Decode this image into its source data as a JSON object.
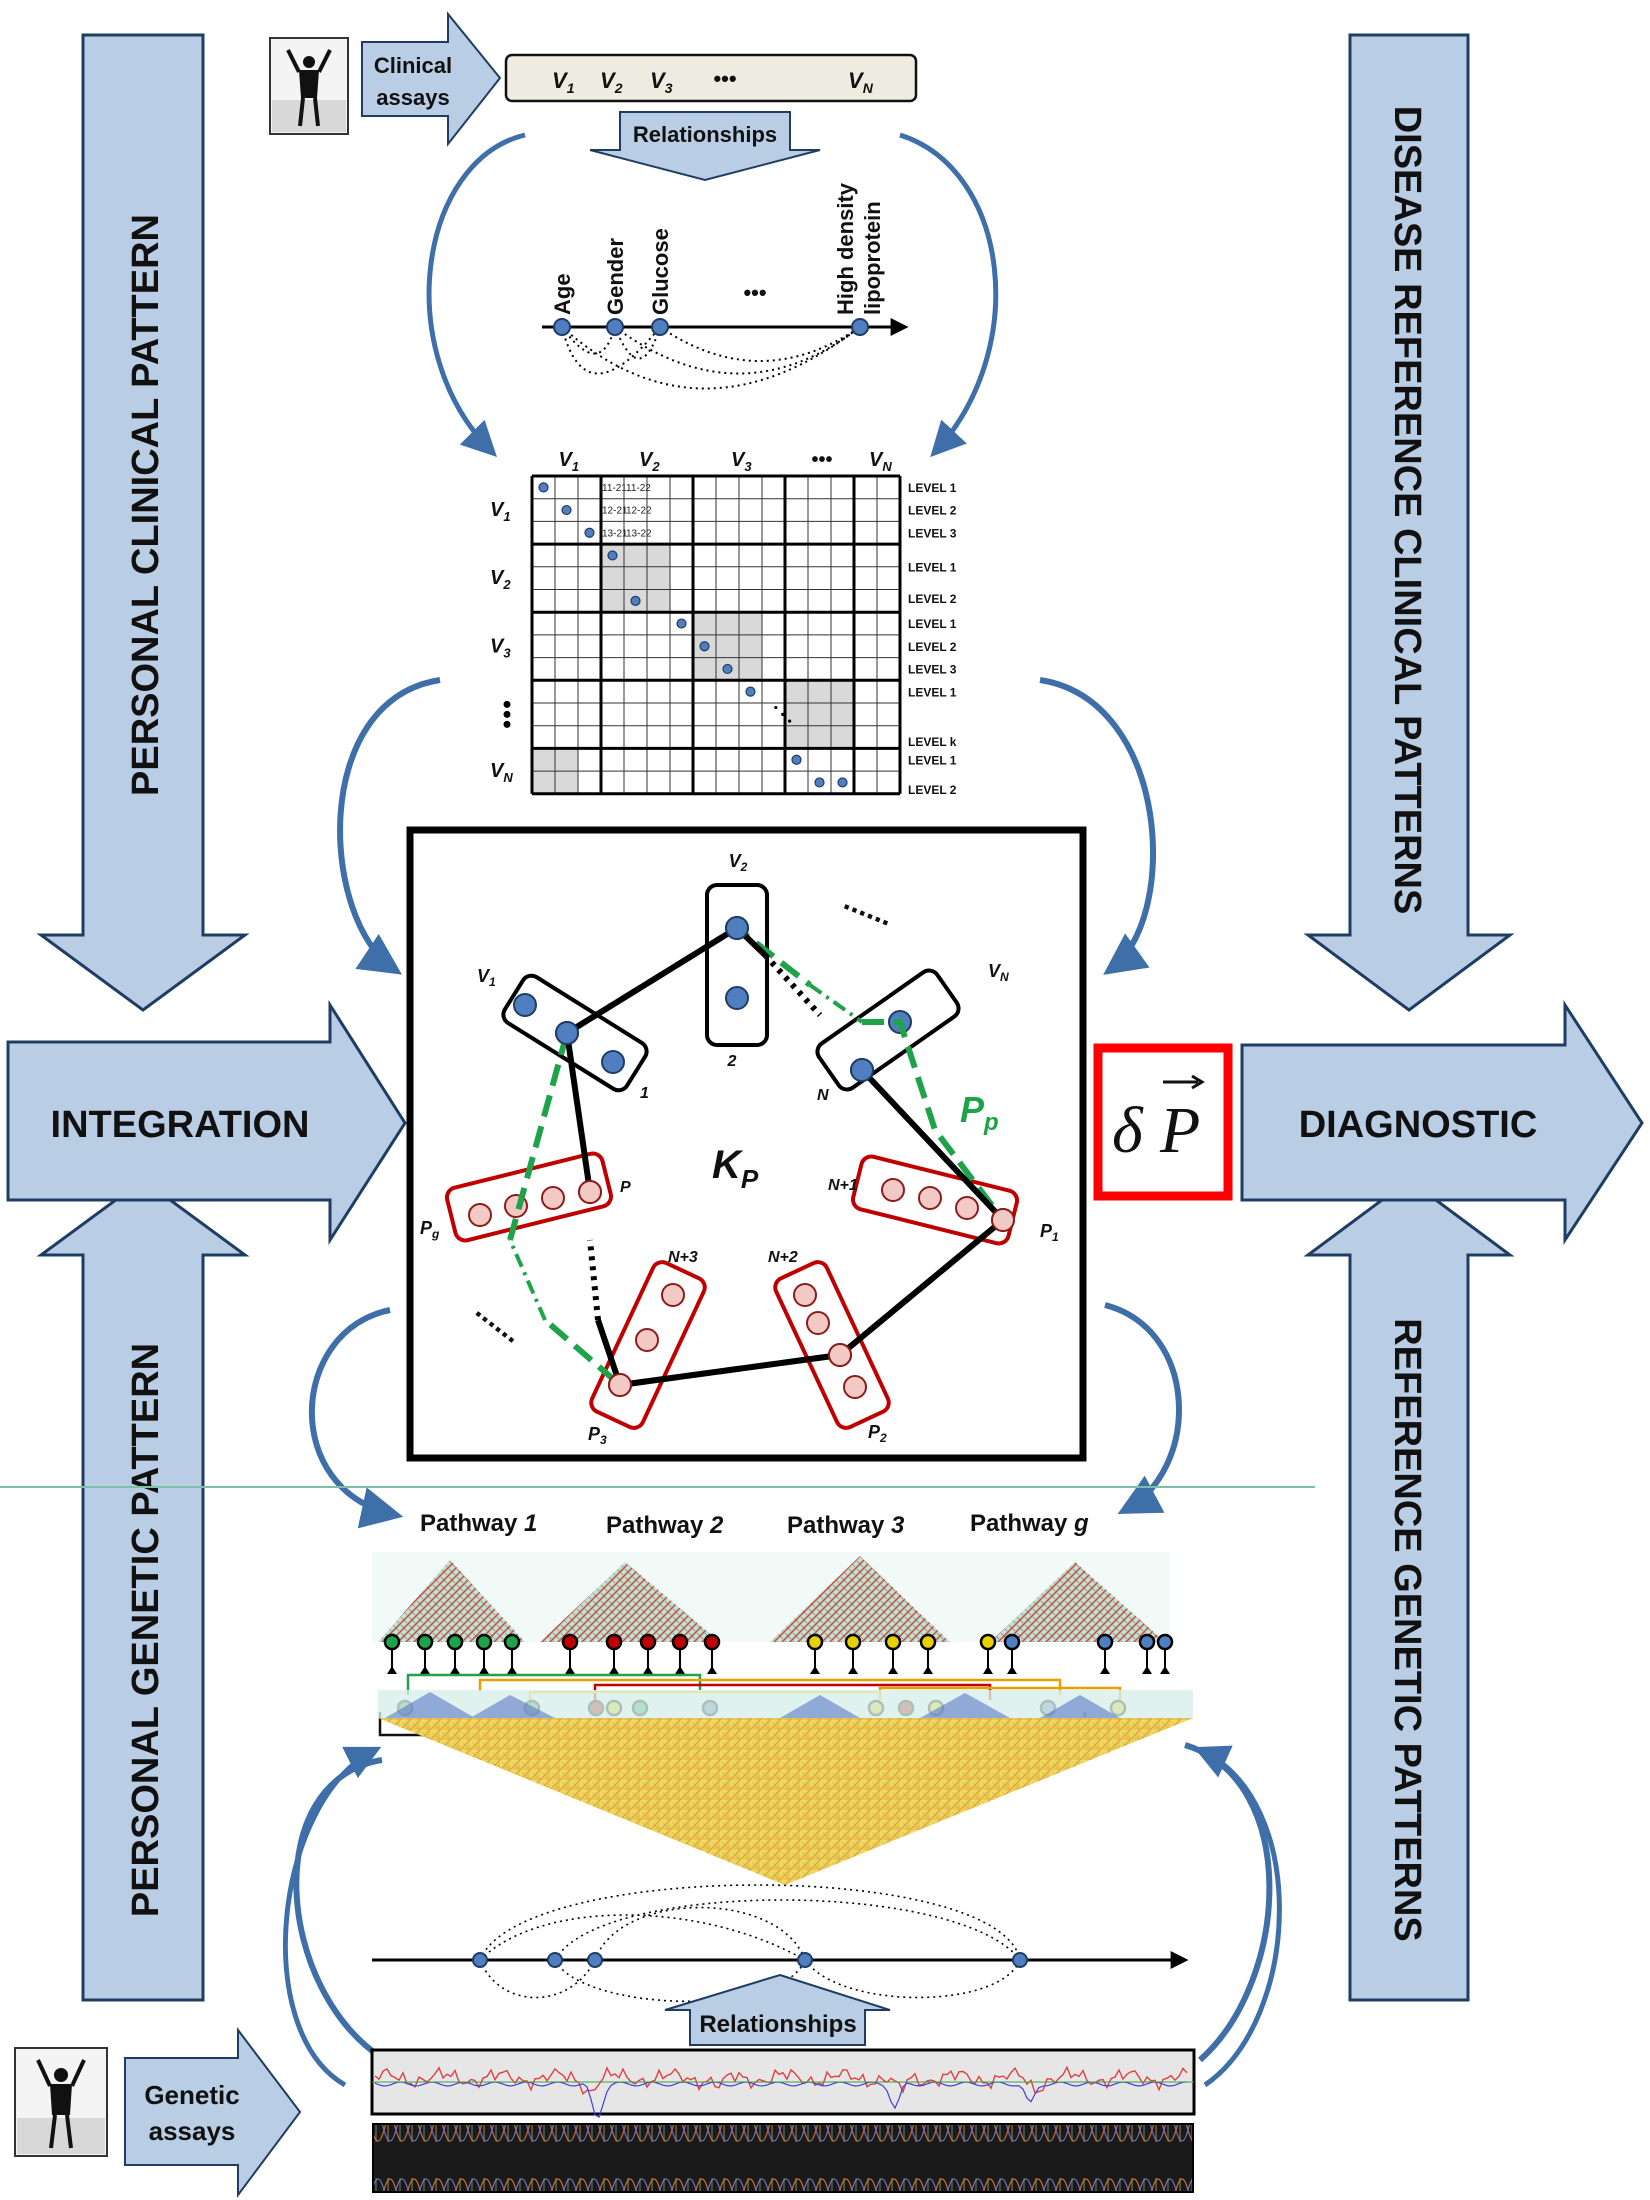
{
  "side_arrows": {
    "personal_clinical": "PERSONAL CLINICAL PATTERN",
    "personal_genetic": "PERSONAL GENETIC PATTERN",
    "disease_reference": "DISEASE REFERENCE CLINICAL PATTERNS",
    "reference_genetic": "REFERENCE GENETIC PATTERNS",
    "integration": "INTEGRATION",
    "diagnostic": "DIAGNOSTIC"
  },
  "clinical": {
    "assays_line1": "Clinical",
    "assays_line2": "assays",
    "vars": [
      "V",
      "V",
      "V",
      "V"
    ],
    "var_subs": [
      "1",
      "2",
      "3",
      "N"
    ],
    "ellipsis": "•••",
    "relationships": "Relationships",
    "axis_labels": [
      "Age",
      "Gender",
      "Glucose",
      "High density",
      "lipoprotein"
    ],
    "axis_ellipsis": "•••"
  },
  "matrix": {
    "col_labels": [
      "V",
      "V",
      "V",
      "•••",
      "V"
    ],
    "col_subs": [
      "1",
      "2",
      "3",
      "",
      "N"
    ],
    "row_labels": [
      "V",
      "V",
      "V",
      "",
      "V"
    ],
    "row_subs": [
      "1",
      "2",
      "3",
      "",
      "N"
    ],
    "cells": [
      "11-21",
      "11-22",
      "12-21",
      "12-22",
      "13-21",
      "13-22"
    ],
    "levels": [
      "LEVEL 1",
      "LEVEL 2",
      "LEVEL 3",
      "LEVEL 1",
      "LEVEL 2",
      "LEVEL 1",
      "LEVEL 2",
      "LEVEL 3",
      "LEVEL 1",
      "LEVEL k",
      "LEVEL 1",
      "LEVEL 2"
    ]
  },
  "network": {
    "kp": "K",
    "kp_sub": "P",
    "pp": "P",
    "pp_sub": "p",
    "nodes": [
      "V",
      "V",
      "V",
      "P",
      "P",
      "P",
      "P"
    ],
    "node_subs": [
      "1",
      "2",
      "N",
      "g",
      "1",
      "2",
      "3"
    ],
    "numbers": [
      "1",
      "2",
      "N",
      "P",
      "N+1",
      "N+3",
      "N+2"
    ],
    "dots": "......"
  },
  "delta": {
    "delta": "δ",
    "p": "P"
  },
  "genetic": {
    "pathway_word": "Pathway",
    "pathway_ids": [
      "1",
      "2",
      "3",
      "g"
    ],
    "relationships": "Relationships",
    "assays_line1": "Genetic",
    "assays_line2": "assays"
  },
  "colors": {
    "arrow_fill": "#b9cde5",
    "arrow_stroke": "#1f3d63",
    "curve": "#3e6fa8",
    "node_blue": "#4f7fc0",
    "node_pink": "#f2c9c5",
    "green": "#1fa34a",
    "red": "#c00000"
  }
}
